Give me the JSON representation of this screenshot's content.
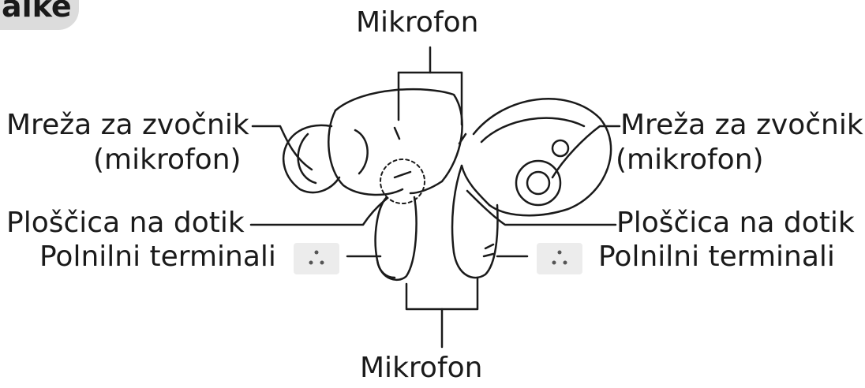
{
  "header": {
    "tab_label": "alke"
  },
  "labels": {
    "mic_top": "Mikrofon",
    "mic_bottom": "Mikrofon",
    "left": {
      "speaker_mesh_1": "Mreža za zvočnik",
      "speaker_mesh_2": "(mikrofon)",
      "touch_pad": "Ploščica na dotik",
      "charging_terminals": "Polnilni terminali"
    },
    "right": {
      "speaker_mesh_1": "Mreža za zvočnik",
      "speaker_mesh_2": "(mikrofon)",
      "touch_pad": "Ploščica na dotik",
      "charging_terminals": "Polnilni terminali"
    }
  },
  "icons": [
    "left-earbud-icon",
    "right-earbud-icon",
    "charging-terminal-icon"
  ],
  "colors": {
    "line": "#1a1a1a",
    "tab": "#dcdcdc",
    "terminal_box": "#ececec"
  }
}
